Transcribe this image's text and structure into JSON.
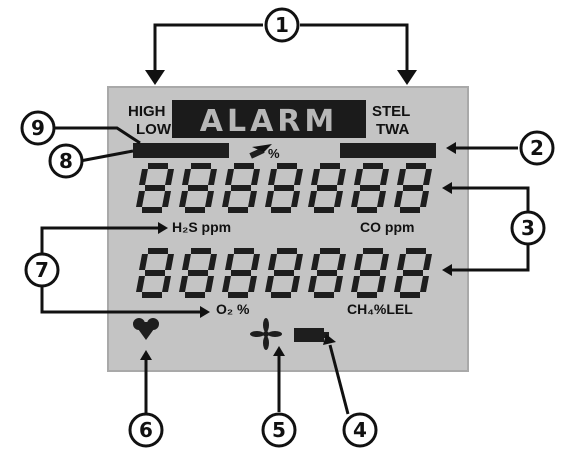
{
  "lcd": {
    "alarm": "ALARM",
    "high": "HIGH",
    "low": "LOW",
    "stel": "STEL",
    "twa": "TWA",
    "h2s_unit": "H₂S ppm",
    "co_unit": "CO ppm",
    "o2_unit": "O₂ %",
    "ch4_unit": "CH₄%LEL",
    "pct": "%"
  },
  "callouts": [
    {
      "num": "1"
    },
    {
      "num": "2"
    },
    {
      "num": "3"
    },
    {
      "num": "4"
    },
    {
      "num": "5"
    },
    {
      "num": "6"
    },
    {
      "num": "7"
    },
    {
      "num": "8"
    },
    {
      "num": "9"
    }
  ],
  "colors": {
    "lcd_background": "#c4c4c4",
    "segment": "#1e1e1e",
    "outline": "#111111"
  },
  "icons": [
    "heart-icon",
    "fan-icon",
    "battery-icon"
  ]
}
